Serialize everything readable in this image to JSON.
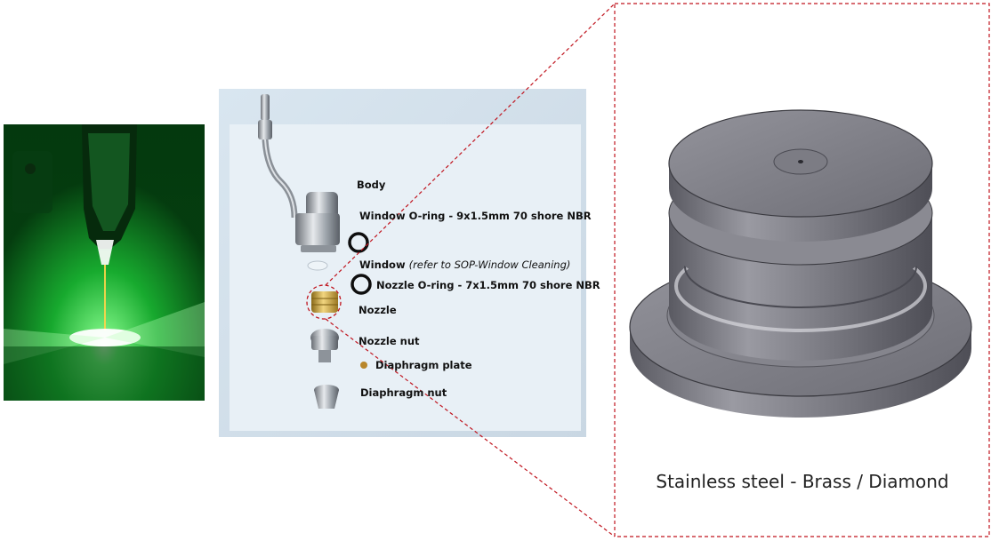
{
  "labels": {
    "body": "Body",
    "window_oring": "Window O-ring - 9x1.5mm 70 shore NBR",
    "window": "Window",
    "window_note": "(refer to SOP-Window Cleaning)",
    "nozzle_oring": "Nozzle O-ring - 7x1.5mm 70 shore NBR",
    "nozzle": "Nozzle",
    "nozzle_nut": "Nozzle nut",
    "diaphragm_plate": "Diaphragm plate",
    "diaphragm_nut": "Diaphragm nut"
  },
  "caption": "Stainless steel - Brass / Diamond",
  "colors": {
    "laser_green": "#22e04a",
    "callout_red": "#c0141e",
    "steel_gray": "#808089"
  }
}
